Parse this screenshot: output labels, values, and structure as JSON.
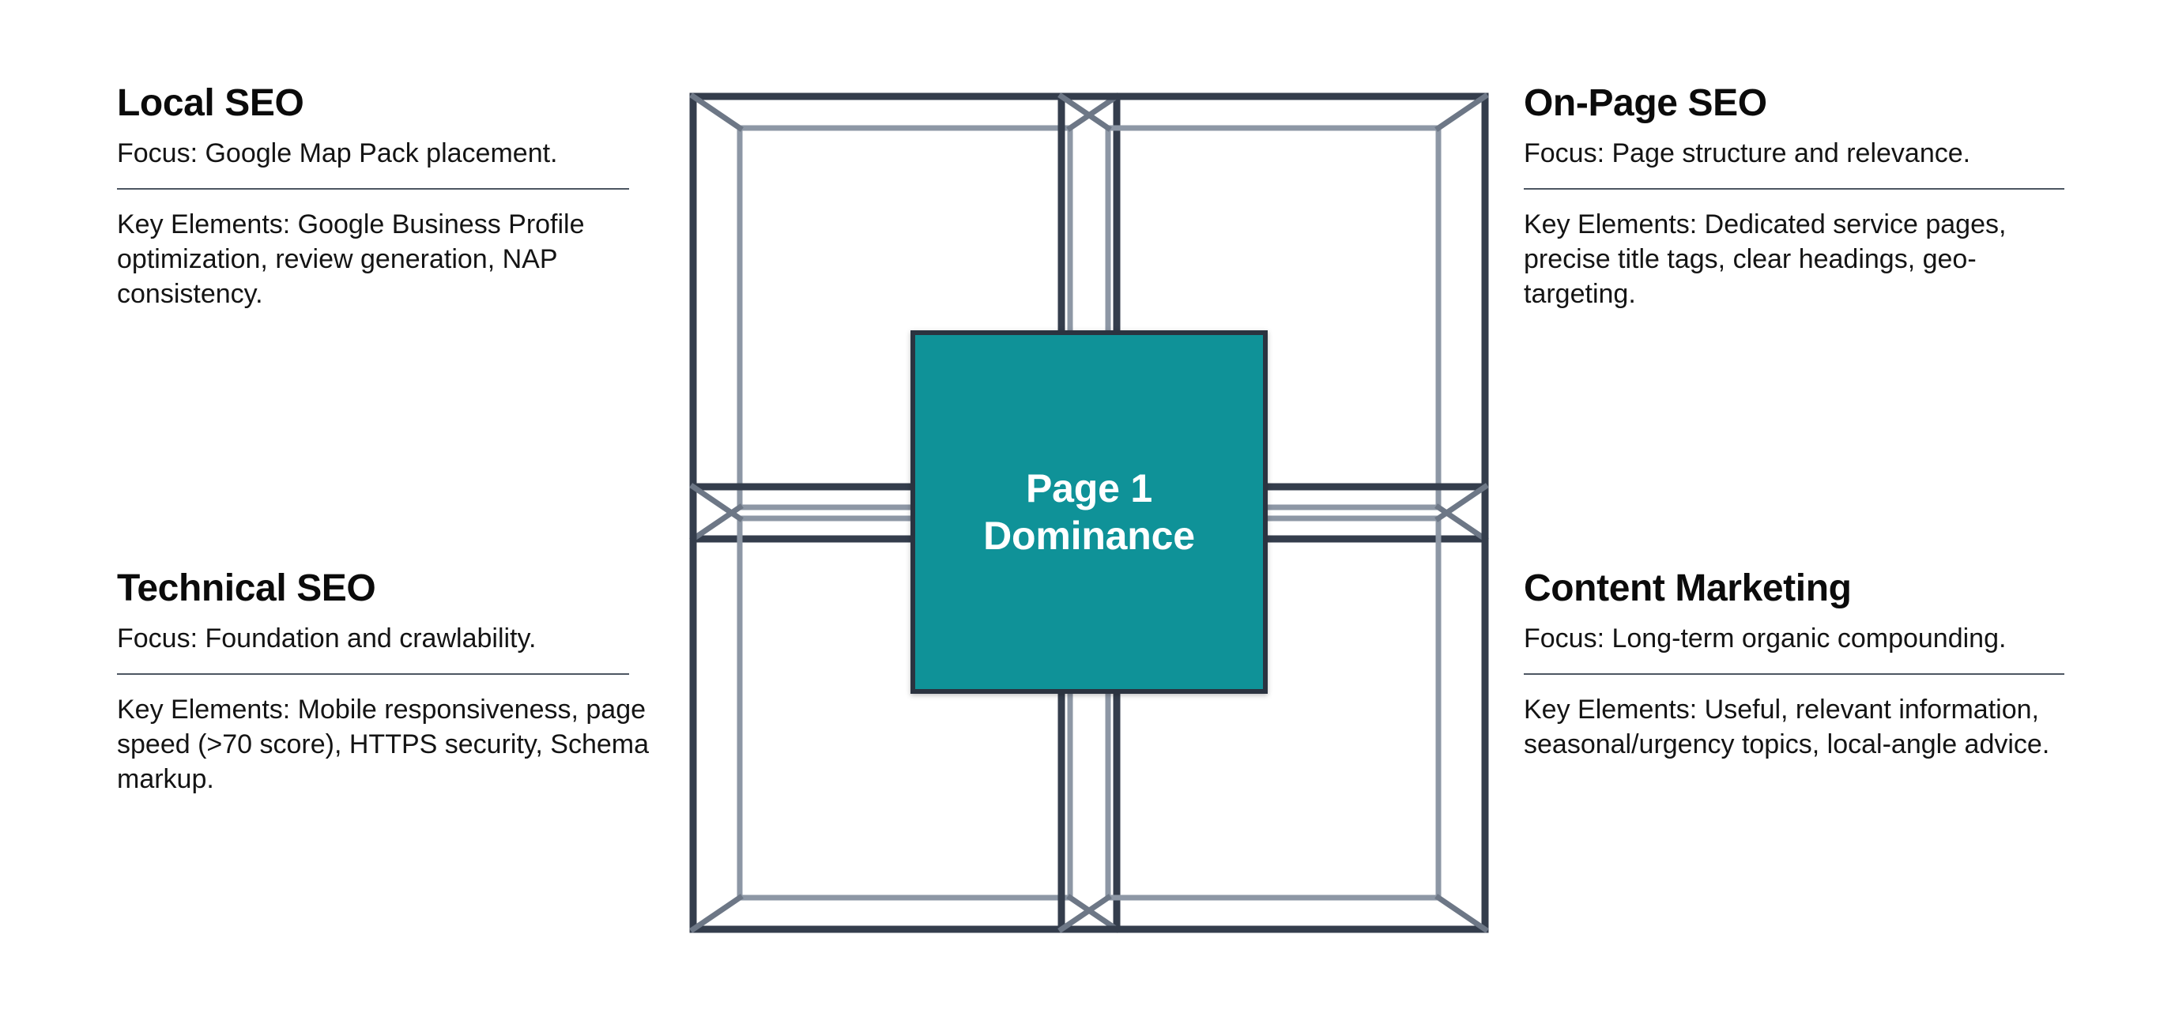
{
  "diagram": {
    "type": "four-quadrant-hub",
    "center": {
      "line1": "Page 1",
      "line2": "Dominance",
      "fill_color": "#0f9298",
      "border_color": "#2b3340",
      "text_color": "#ffffff"
    },
    "box_colors": {
      "outer_edge": "#343d4c",
      "inner_edge": "#8d97a5",
      "connector_edge": "#6c7embedded"
    }
  },
  "quadrants": [
    {
      "position": "top-left",
      "title": "Local SEO",
      "focus": "Focus: Google Map Pack placement.",
      "elements": "Key Elements: Google Business Profile optimization, review generation, NAP consistency."
    },
    {
      "position": "bottom-left",
      "title": "Technical SEO",
      "focus": "Focus: Foundation and crawlability.",
      "elements": "Key Elements: Mobile responsiveness, page speed (>70 score), HTTPS security, Schema markup."
    },
    {
      "position": "top-right",
      "title": "On-Page SEO",
      "focus": "Focus: Page structure and relevance.",
      "elements": "Key Elements: Dedicated service pages, precise title tags, clear headings, geo-targeting."
    },
    {
      "position": "bottom-right",
      "title": "Content Marketing",
      "focus": "Focus: Long-term organic compounding.",
      "elements": "Key Elements: Useful, relevant information, seasonal/urgency topics, local-angle advice."
    }
  ]
}
